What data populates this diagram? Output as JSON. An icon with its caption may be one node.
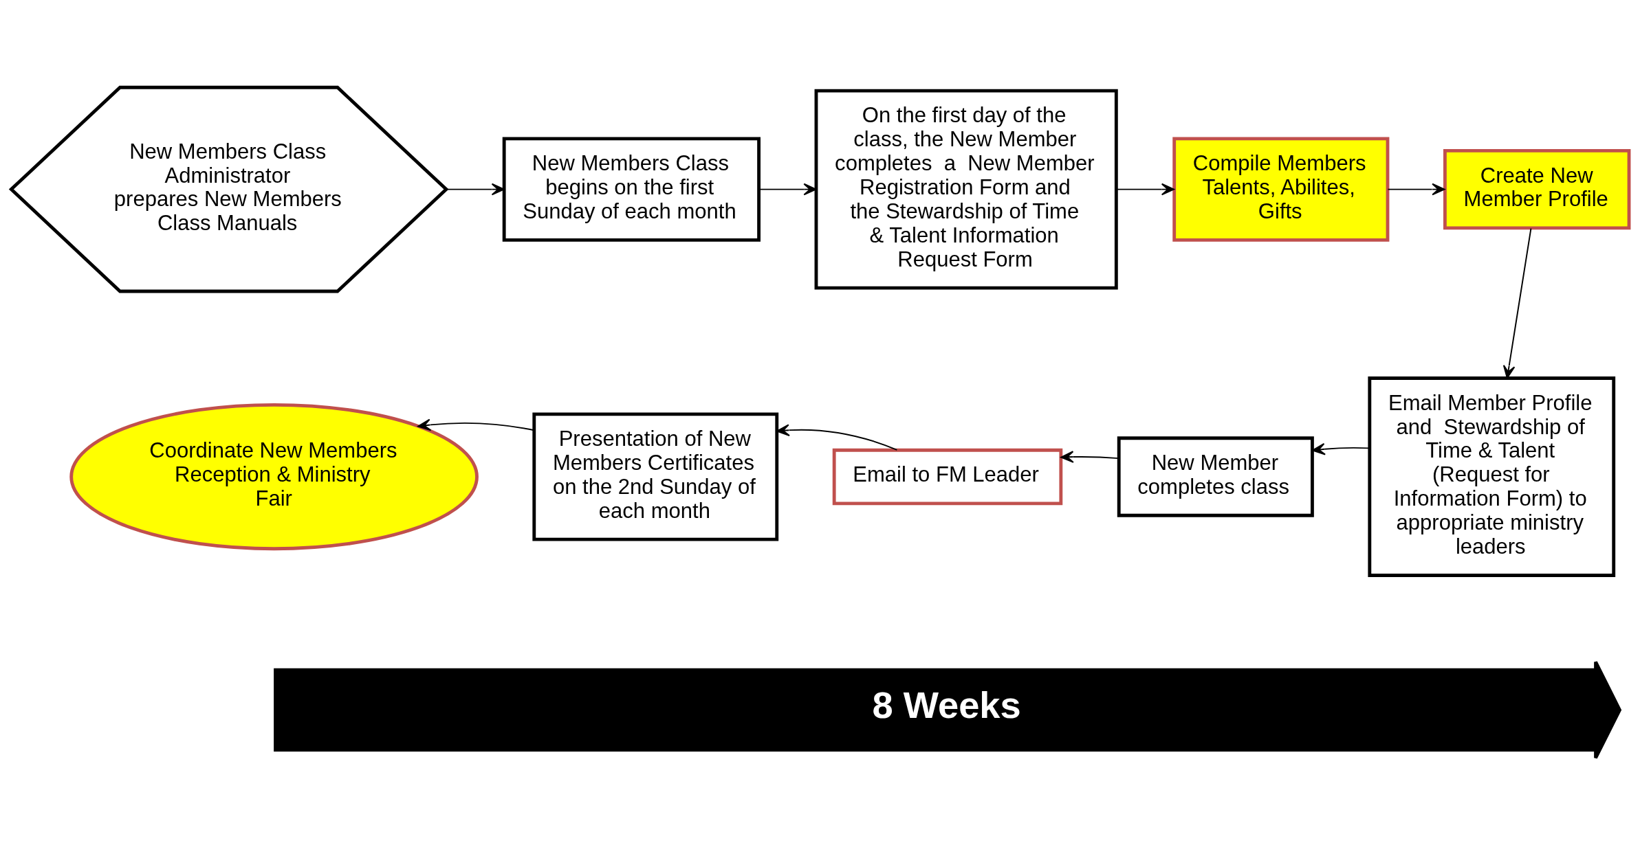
{
  "diagram": {
    "nodes": [
      {
        "text": [
          "New Members Class Administrator prepares New Members Class Manuals"
        ]
      },
      {
        "text": [
          "New Members Class begins on the first Sunday of each month"
        ]
      },
      {
        "text": [
          "On the first day of the class, the New Member completes  a  New Member Registration Form and  the Stewardship of Time & Talent Information Request Form"
        ]
      },
      {
        "text": [
          "Compile Members Talents, Abilites, Gifts"
        ]
      },
      {
        "text": [
          "Create New Member Profile"
        ]
      },
      {
        "text": [
          "Email Member Profile and  Stewardship of Time & Talent  (Request for Information Form) to appropriate ministry leaders"
        ]
      },
      {
        "text": [
          "New Member completes class"
        ]
      },
      {
        "text": [
          "Email to FM Leader"
        ]
      },
      {
        "text": [
          "Presentation of New Members Certificates on the 2nd Sunday of each month"
        ]
      },
      {
        "text": [
          "Coordinate New Members Reception & Ministry Fair"
        ]
      }
    ],
    "edges": [
      {
        "from": 0,
        "to": 1,
        "arrow": "to"
      },
      {
        "from": 1,
        "to": 2,
        "arrow": "to"
      },
      {
        "from": 2,
        "to": 3,
        "arrow": "to"
      },
      {
        "from": 3,
        "to": 4,
        "arrow": "to"
      },
      {
        "from": 4,
        "to": 5,
        "arrow": "to"
      },
      {
        "from": 5,
        "to": 6,
        "arrow": "to"
      },
      {
        "from": 6,
        "to": 7,
        "arrow": "to"
      },
      {
        "from": 7,
        "to": 8,
        "arrow": "to"
      },
      {
        "from": 8,
        "to": 9,
        "arrow": "to"
      }
    ],
    "labels": [
      "8 Weeks"
    ]
  }
}
